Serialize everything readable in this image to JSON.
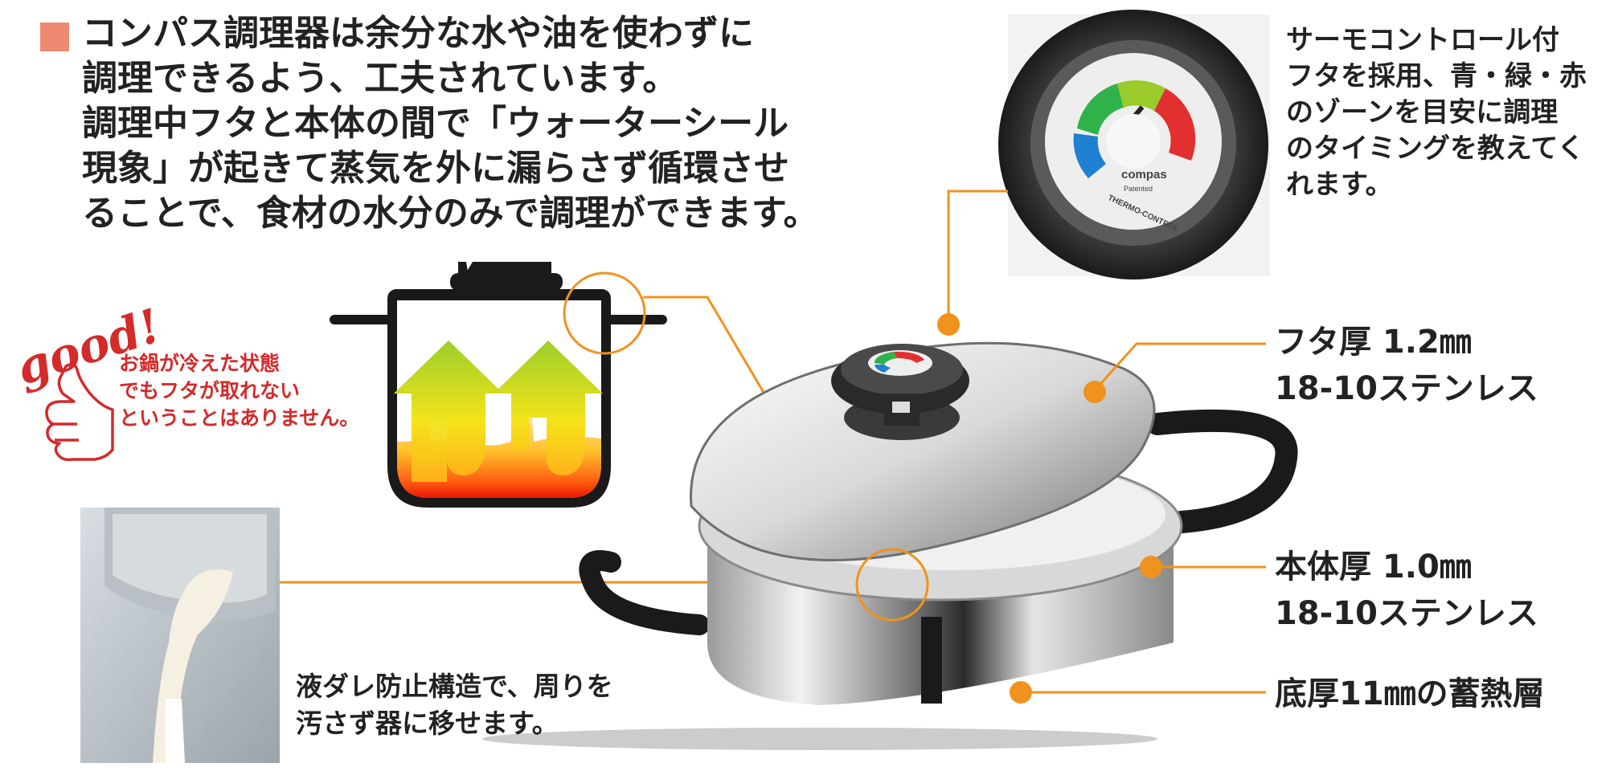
{
  "intro": {
    "lines": [
      "コンパス調理器は余分な水や油を使わずに",
      "調理できるよう、工夫されています。",
      "調理中フタと本体の間で「ウォーターシール",
      "現象」が起きて蒸気を外に漏らさず循環させ",
      "ることで、食材の水分のみで調理ができます。"
    ]
  },
  "thermo": {
    "lines": [
      "サーモコントロール付",
      "フタを採用、青・緑・赤",
      "のゾーンを目安に調理",
      "のタイミングを教えてく",
      "れます。"
    ],
    "dial_brand": "compas",
    "dial_patent": "Patented",
    "dial_ring_text": "THERMO-CONTROL"
  },
  "good": {
    "word": "good!",
    "lines": [
      "お鍋が冷えた状態",
      "でもフタが取れない",
      "ということはありません。"
    ]
  },
  "specs": {
    "lid_1": "フタ厚 1.2㎜",
    "lid_2": "18-10ステンレス",
    "body_1": "本体厚 1.0㎜",
    "body_2": "18-10ステンレス",
    "base": "底厚11㎜の蓄熱層"
  },
  "drip": {
    "lines": [
      "液ダレ防止構造で、周りを",
      "汚さず器に移せます。"
    ]
  },
  "colors": {
    "accent_orange": "#f0921e",
    "good_red": "#d42a2a",
    "bullet": "#ee8a72"
  }
}
